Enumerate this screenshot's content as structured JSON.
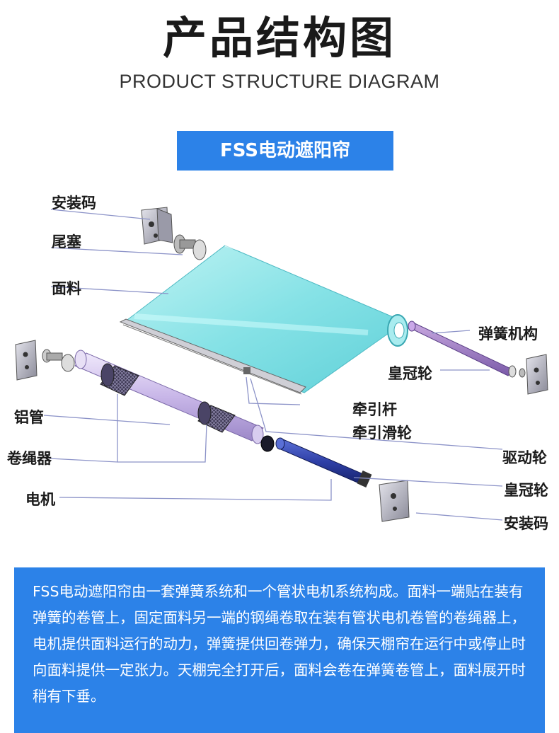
{
  "header": {
    "title": "产品结构图",
    "subtitle": "PRODUCT STRUCTURE DIAGRAM"
  },
  "banner": {
    "label": "FSS电动遮阳帘"
  },
  "labels": {
    "mount_top": "安装码",
    "end_plug": "尾塞",
    "fabric": "面料",
    "spring_mechanism": "弹簧机构",
    "crown_wheel_top": "皇冠轮",
    "aluminum_tube": "铝管",
    "pull_rod": "牵引杆",
    "pull_pulley": "牵引滑轮",
    "rope_winder": "卷绳器",
    "drive_wheel": "驱动轮",
    "crown_wheel_bottom": "皇冠轮",
    "motor": "电机",
    "mount_bottom": "安装码"
  },
  "description": {
    "text": "FSS电动遮阳帘由一套弹簧系统和一个管状电机系统构成。面料一端贴在装有弹簧的卷管上，固定面料另一端的钢绳卷取在装有管状电机卷管的卷绳器上，电机提供面料运行的动力，弹簧提供回卷弹力，确保天棚帘在运行中或停止时向面料提供一定张力。天棚完全打开后，面料会卷在弹簧卷管上，面料展开时稍有下垂。"
  },
  "colors": {
    "accent_blue": "#2c82e8",
    "fabric_cyan": "#7fe0e4",
    "leader_line": "#8c93c8",
    "motor_blue": "#2e3fa6",
    "tube_purple": "#c7b4e6"
  }
}
